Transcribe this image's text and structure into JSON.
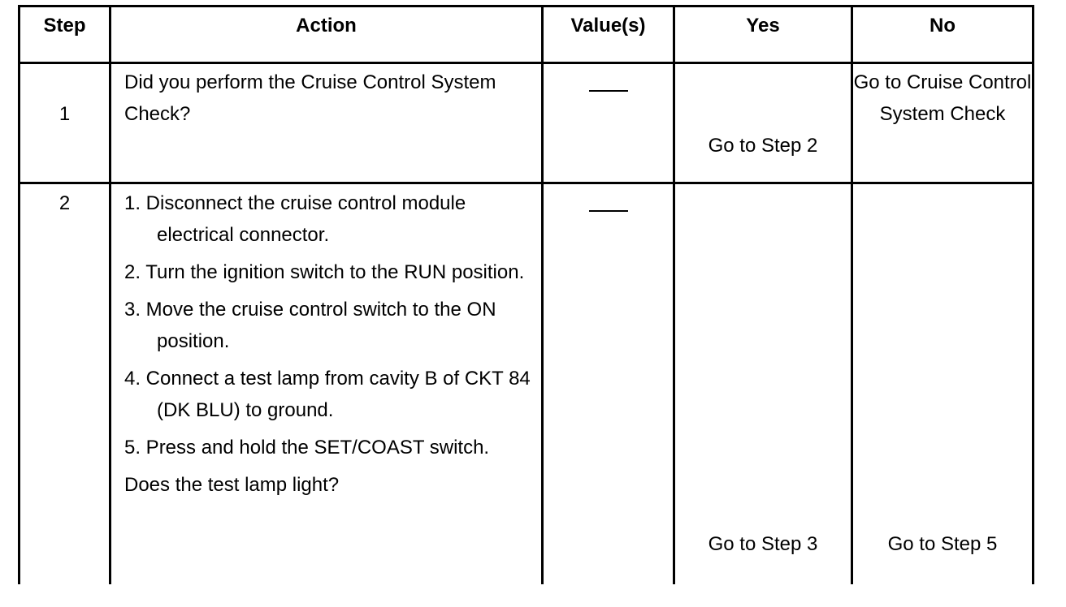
{
  "table": {
    "headers": {
      "step": "Step",
      "action": "Action",
      "values": "Value(s)",
      "yes": "Yes",
      "no": "No"
    },
    "rows": [
      {
        "step": "1",
        "action": "Did you perform the Cruise Control System Check?",
        "value": "—",
        "yes": "Go to Step 2",
        "no": "Go to Cruise Control System Check"
      },
      {
        "step": "2",
        "action_steps": [
          "1. Disconnect the cruise control module electrical connector.",
          "2. Turn the ignition switch to the RUN position.",
          "3. Move the cruise control switch to the ON position.",
          "4. Connect a test lamp from cavity B of CKT 84 (DK BLU) to ground.",
          "5. Press and hold the SET/COAST switch."
        ],
        "action_question": "Does the test lamp light?",
        "value": "—",
        "yes": "Go to Step 3",
        "no": "Go to Step 5"
      }
    ]
  }
}
